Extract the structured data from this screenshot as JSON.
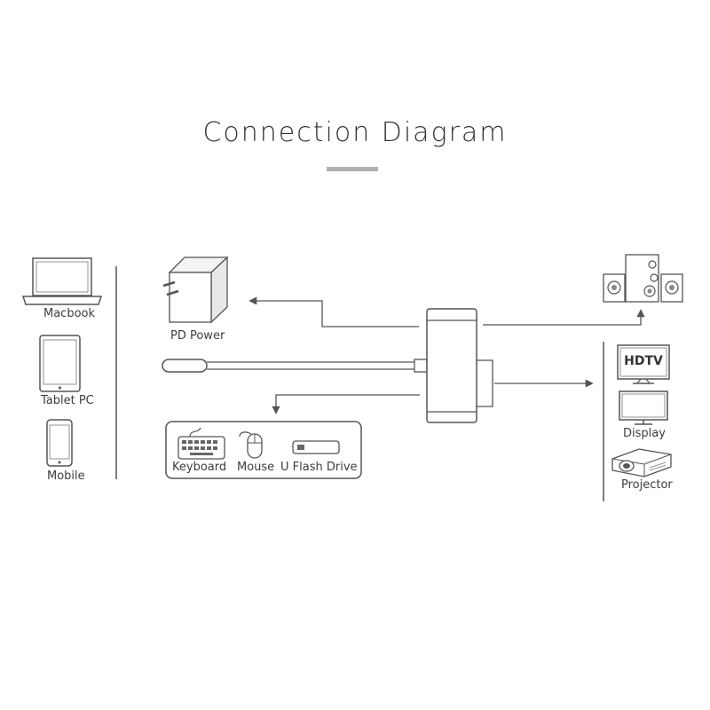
{
  "title": "Connection Diagram",
  "colors": {
    "line": "#555555",
    "accent_bar": "#b0b0b0",
    "text": "#3d3d3d"
  },
  "source_devices": [
    {
      "label": "Macbook",
      "icon": "laptop-icon"
    },
    {
      "label": "Tablet PC",
      "icon": "tablet-icon"
    },
    {
      "label": "Mobile",
      "icon": "phone-icon"
    }
  ],
  "power": {
    "label": "PD Power",
    "icon": "power-adapter-icon"
  },
  "usb_devices": [
    {
      "label": "Keyboard",
      "icon": "keyboard-icon"
    },
    {
      "label": "Mouse",
      "icon": "mouse-icon"
    },
    {
      "label": "U Flash Drive",
      "icon": "usb-flash-drive-icon"
    }
  ],
  "audio": {
    "icon": "speakers-icon"
  },
  "display_devices": [
    {
      "label": "HDTV",
      "icon": "hdtv-icon"
    },
    {
      "label": "Display",
      "icon": "monitor-icon"
    },
    {
      "label": "Projector",
      "icon": "projector-icon"
    }
  ]
}
